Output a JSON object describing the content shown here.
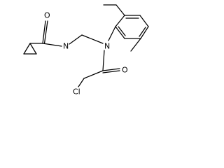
{
  "molecule": {
    "atom_labels": {
      "amide_oxygen": "O",
      "amide_nitrogen": "N",
      "amine_nitrogen": "N",
      "acyl_oxygen": "O",
      "chlorine": "Cl"
    }
  }
}
